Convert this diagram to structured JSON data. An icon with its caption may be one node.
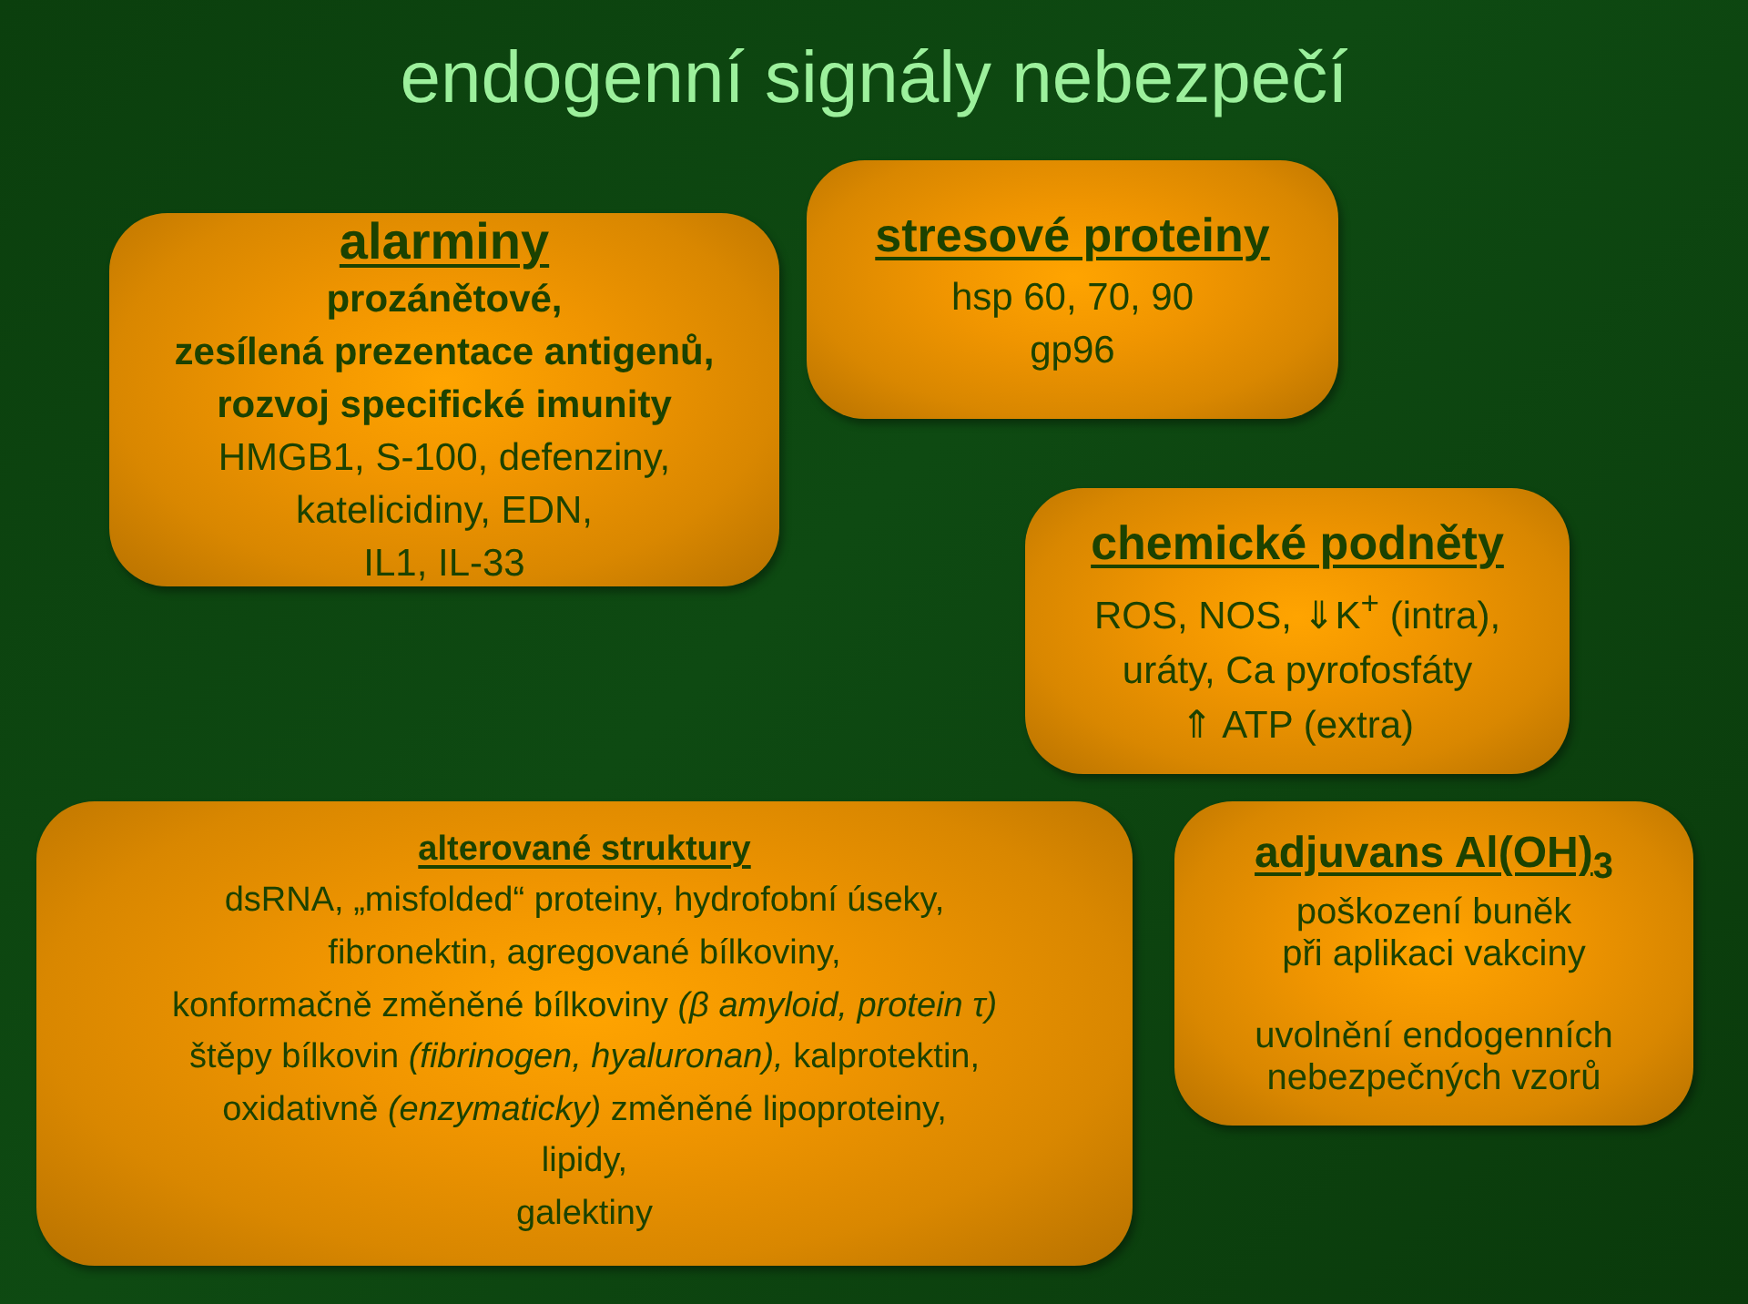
{
  "diagram": {
    "title": "endogenní signály nebezpečí",
    "nodes": [
      {
        "text": [
          "alarminy",
          "prozánětové, zesílená prezentace antigenů, rozvoj specifické imunity",
          "HMGB1, S-100, defenziny, katelicidiny, EDN, IL1, IL-33"
        ]
      },
      {
        "text": [
          "stresové proteiny",
          "hsp 60, 70, 90 gp96"
        ]
      },
      {
        "text": [
          "chemické podněty",
          "ROS, NOS, ⇓K$^{+}$ (intra), uráty, Ca pyrofosfáty ⇑ ATP (extra)"
        ]
      },
      {
        "text": [
          "alterované struktury",
          "dsRNA, „misfolded“ proteiny, hydrofobní úseky, fibronektin, agregované bílkoviny, konformačně změněné bílkoviny *(β amyloid, protein τ)* štěpy bílkovin *(fibrinogen, hyaluronan),* kalprotektin, oxidativně *(enzymaticky)* změněné lipoproteiny, lipidy, galektiny"
        ]
      },
      {
        "text": [
          "adjuvans Al(OH)$_{3}$",
          "poškození buněk při aplikaci vakciny",
          "uvolnění endogenních nebezpečných vzorů"
        ]
      }
    ]
  }
}
